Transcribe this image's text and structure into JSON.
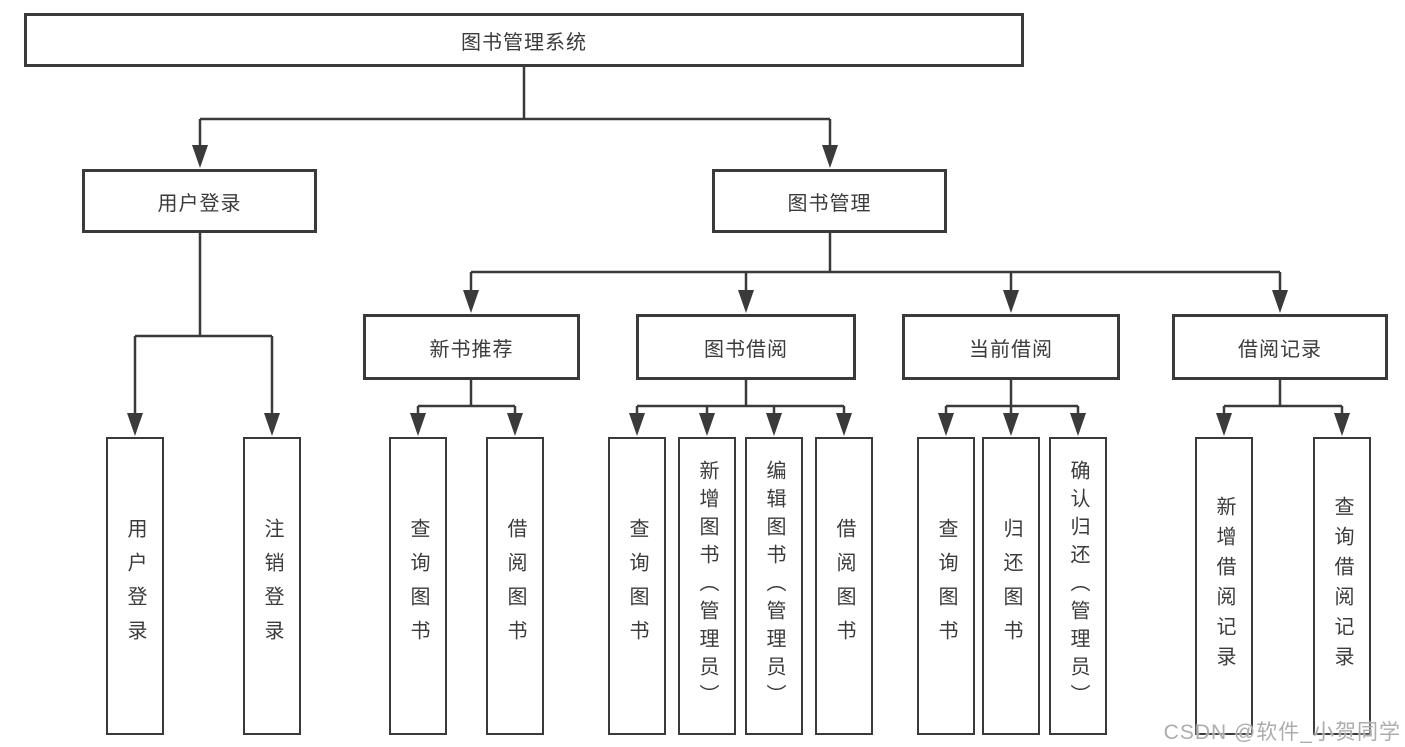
{
  "diagram": {
    "root": {
      "label": "图书管理系统"
    },
    "level2": [
      {
        "label": "用户登录"
      },
      {
        "label": "图书管理"
      }
    ],
    "level3": [
      {
        "label": "新书推荐"
      },
      {
        "label": "图书借阅"
      },
      {
        "label": "当前借阅"
      },
      {
        "label": "借阅记录"
      }
    ],
    "leaves": {
      "user_login": [
        "用户登录",
        "注销登录"
      ],
      "new_book_recommend": [
        "查询图书",
        "借阅图书"
      ],
      "book_borrow": [
        "查询图书",
        "新增图书（管理员）",
        "编辑图书（管理员）",
        "借阅图书"
      ],
      "current_borrow": [
        "查询图书",
        "归还图书",
        "确认归还（管理员）"
      ],
      "borrow_record": [
        "新增借阅记录",
        "查询借阅记录"
      ]
    }
  },
  "watermark": {
    "text": "CSDN @软件_小贺同学"
  },
  "colors": {
    "line": "#3a3a3a",
    "text": "#3b3b3b",
    "background": "#ffffff",
    "watermark": "#adadad"
  }
}
